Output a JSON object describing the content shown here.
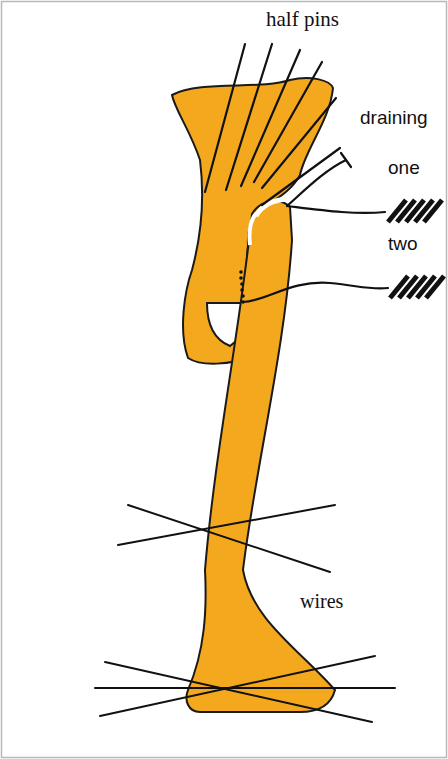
{
  "diagram": {
    "labels": [
      "half pins",
      "draining",
      "one",
      "two",
      "wires"
    ]
  }
}
